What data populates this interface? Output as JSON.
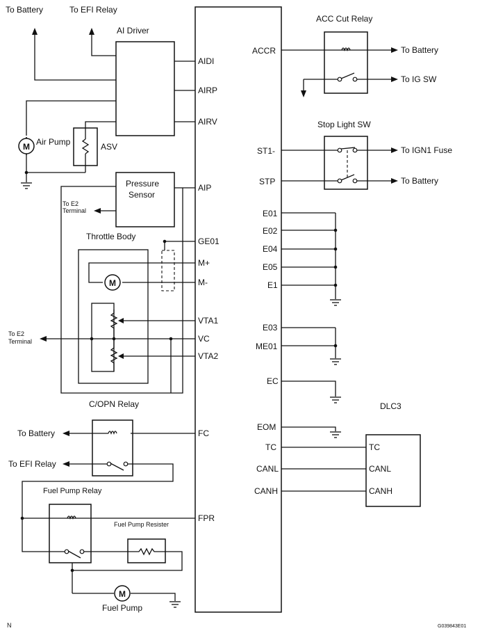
{
  "ecm_pins": {
    "aidi": "AIDI",
    "airp": "AIRP",
    "airv": "AIRV",
    "aip": "AIP",
    "ge01": "GE01",
    "m_plus": "M+",
    "m_minus": "M-",
    "vta1": "VTA1",
    "vc": "VC",
    "vta2": "VTA2",
    "fc": "FC",
    "fpr": "FPR",
    "accr": "ACCR",
    "st1": "ST1-",
    "stp": "STP",
    "e01": "E01",
    "e02": "E02",
    "e04": "E04",
    "e05": "E05",
    "e1": "E1",
    "e03": "E03",
    "me01": "ME01",
    "ec": "EC",
    "eom": "EOM",
    "tc": "TC",
    "canl": "CANL",
    "canh": "CANH"
  },
  "labels": {
    "to_battery_top": "To Battery",
    "to_efi_relay_top": "To EFI Relay",
    "ai_driver": "AI Driver",
    "air_pump": "Air Pump",
    "asv": "ASV",
    "pressure_sensor_1": "Pressure",
    "pressure_sensor_2": "Sensor",
    "to_e2_1": "To E2",
    "to_e2_2": "Terminal",
    "throttle_body": "Throttle Body",
    "copn_relay": "C/OPN Relay",
    "to_battery_fc": "To Battery",
    "to_efi_relay_fc": "To EFI Relay",
    "fuel_pump_relay": "Fuel Pump Relay",
    "fuel_pump_resister": "Fuel Pump Resister",
    "fuel_pump": "Fuel Pump",
    "acc_cut_relay": "ACC Cut Relay",
    "to_battery_acc": "To Battery",
    "to_ig_sw": "To IG SW",
    "stop_light_sw": "Stop Light SW",
    "to_ign1_fuse": "To IGN1 Fuse",
    "to_battery_stp": "To Battery",
    "dlc3": "DLC3",
    "motor_m": "M",
    "corner_left": "N",
    "corner_right": "G039843E01"
  }
}
